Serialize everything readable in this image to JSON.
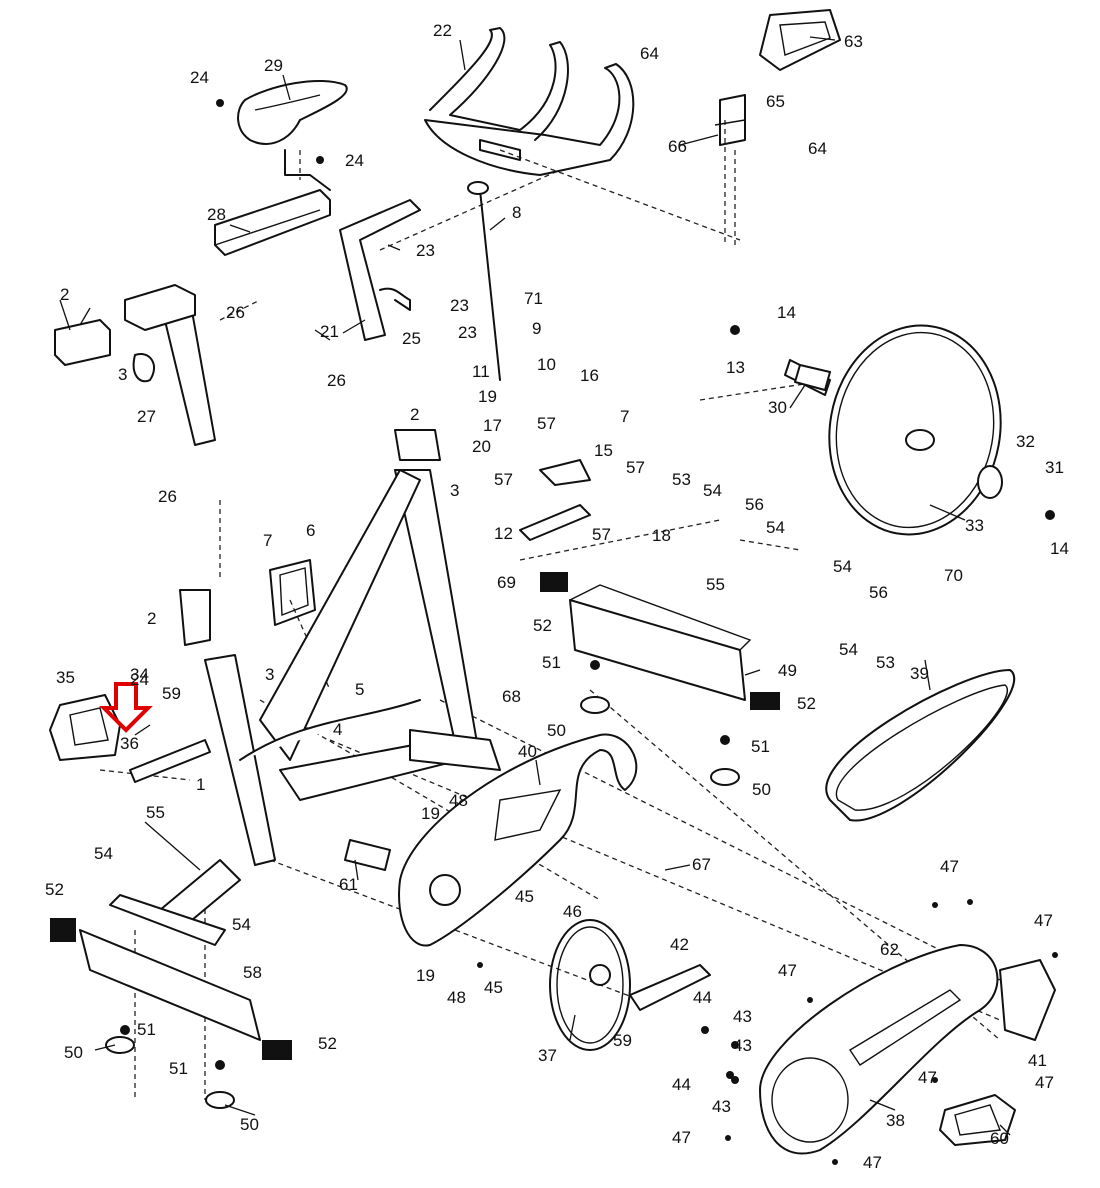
{
  "highlight": {
    "arrow_color": "#e00000",
    "target_part": "34"
  },
  "labels": [
    "1",
    "2",
    "2",
    "2",
    "3",
    "3",
    "3",
    "4",
    "5",
    "6",
    "7",
    "7",
    "8",
    "9",
    "10",
    "11",
    "12",
    "13",
    "14",
    "14",
    "15",
    "16",
    "17",
    "18",
    "19",
    "19",
    "19",
    "20",
    "21",
    "22",
    "23",
    "23",
    "23",
    "24",
    "24",
    "24",
    "25",
    "26",
    "26",
    "26",
    "27",
    "28",
    "29",
    "30",
    "31",
    "32",
    "33",
    "34",
    "35",
    "36",
    "37",
    "38",
    "39",
    "40",
    "41",
    "42",
    "43",
    "43",
    "43",
    "44",
    "44",
    "45",
    "45",
    "46",
    "47",
    "47",
    "47",
    "47",
    "47",
    "47",
    "47",
    "48",
    "48",
    "49",
    "50",
    "50",
    "50",
    "50",
    "51",
    "51",
    "51",
    "51",
    "52",
    "52",
    "52",
    "52",
    "53",
    "53",
    "54",
    "54",
    "54",
    "54",
    "54",
    "54",
    "55",
    "55",
    "56",
    "56",
    "57",
    "57",
    "57",
    "57",
    "58",
    "59",
    "59",
    "60",
    "61",
    "62",
    "63",
    "64",
    "64",
    "65",
    "66",
    "67",
    "68",
    "69",
    "70",
    "71"
  ]
}
